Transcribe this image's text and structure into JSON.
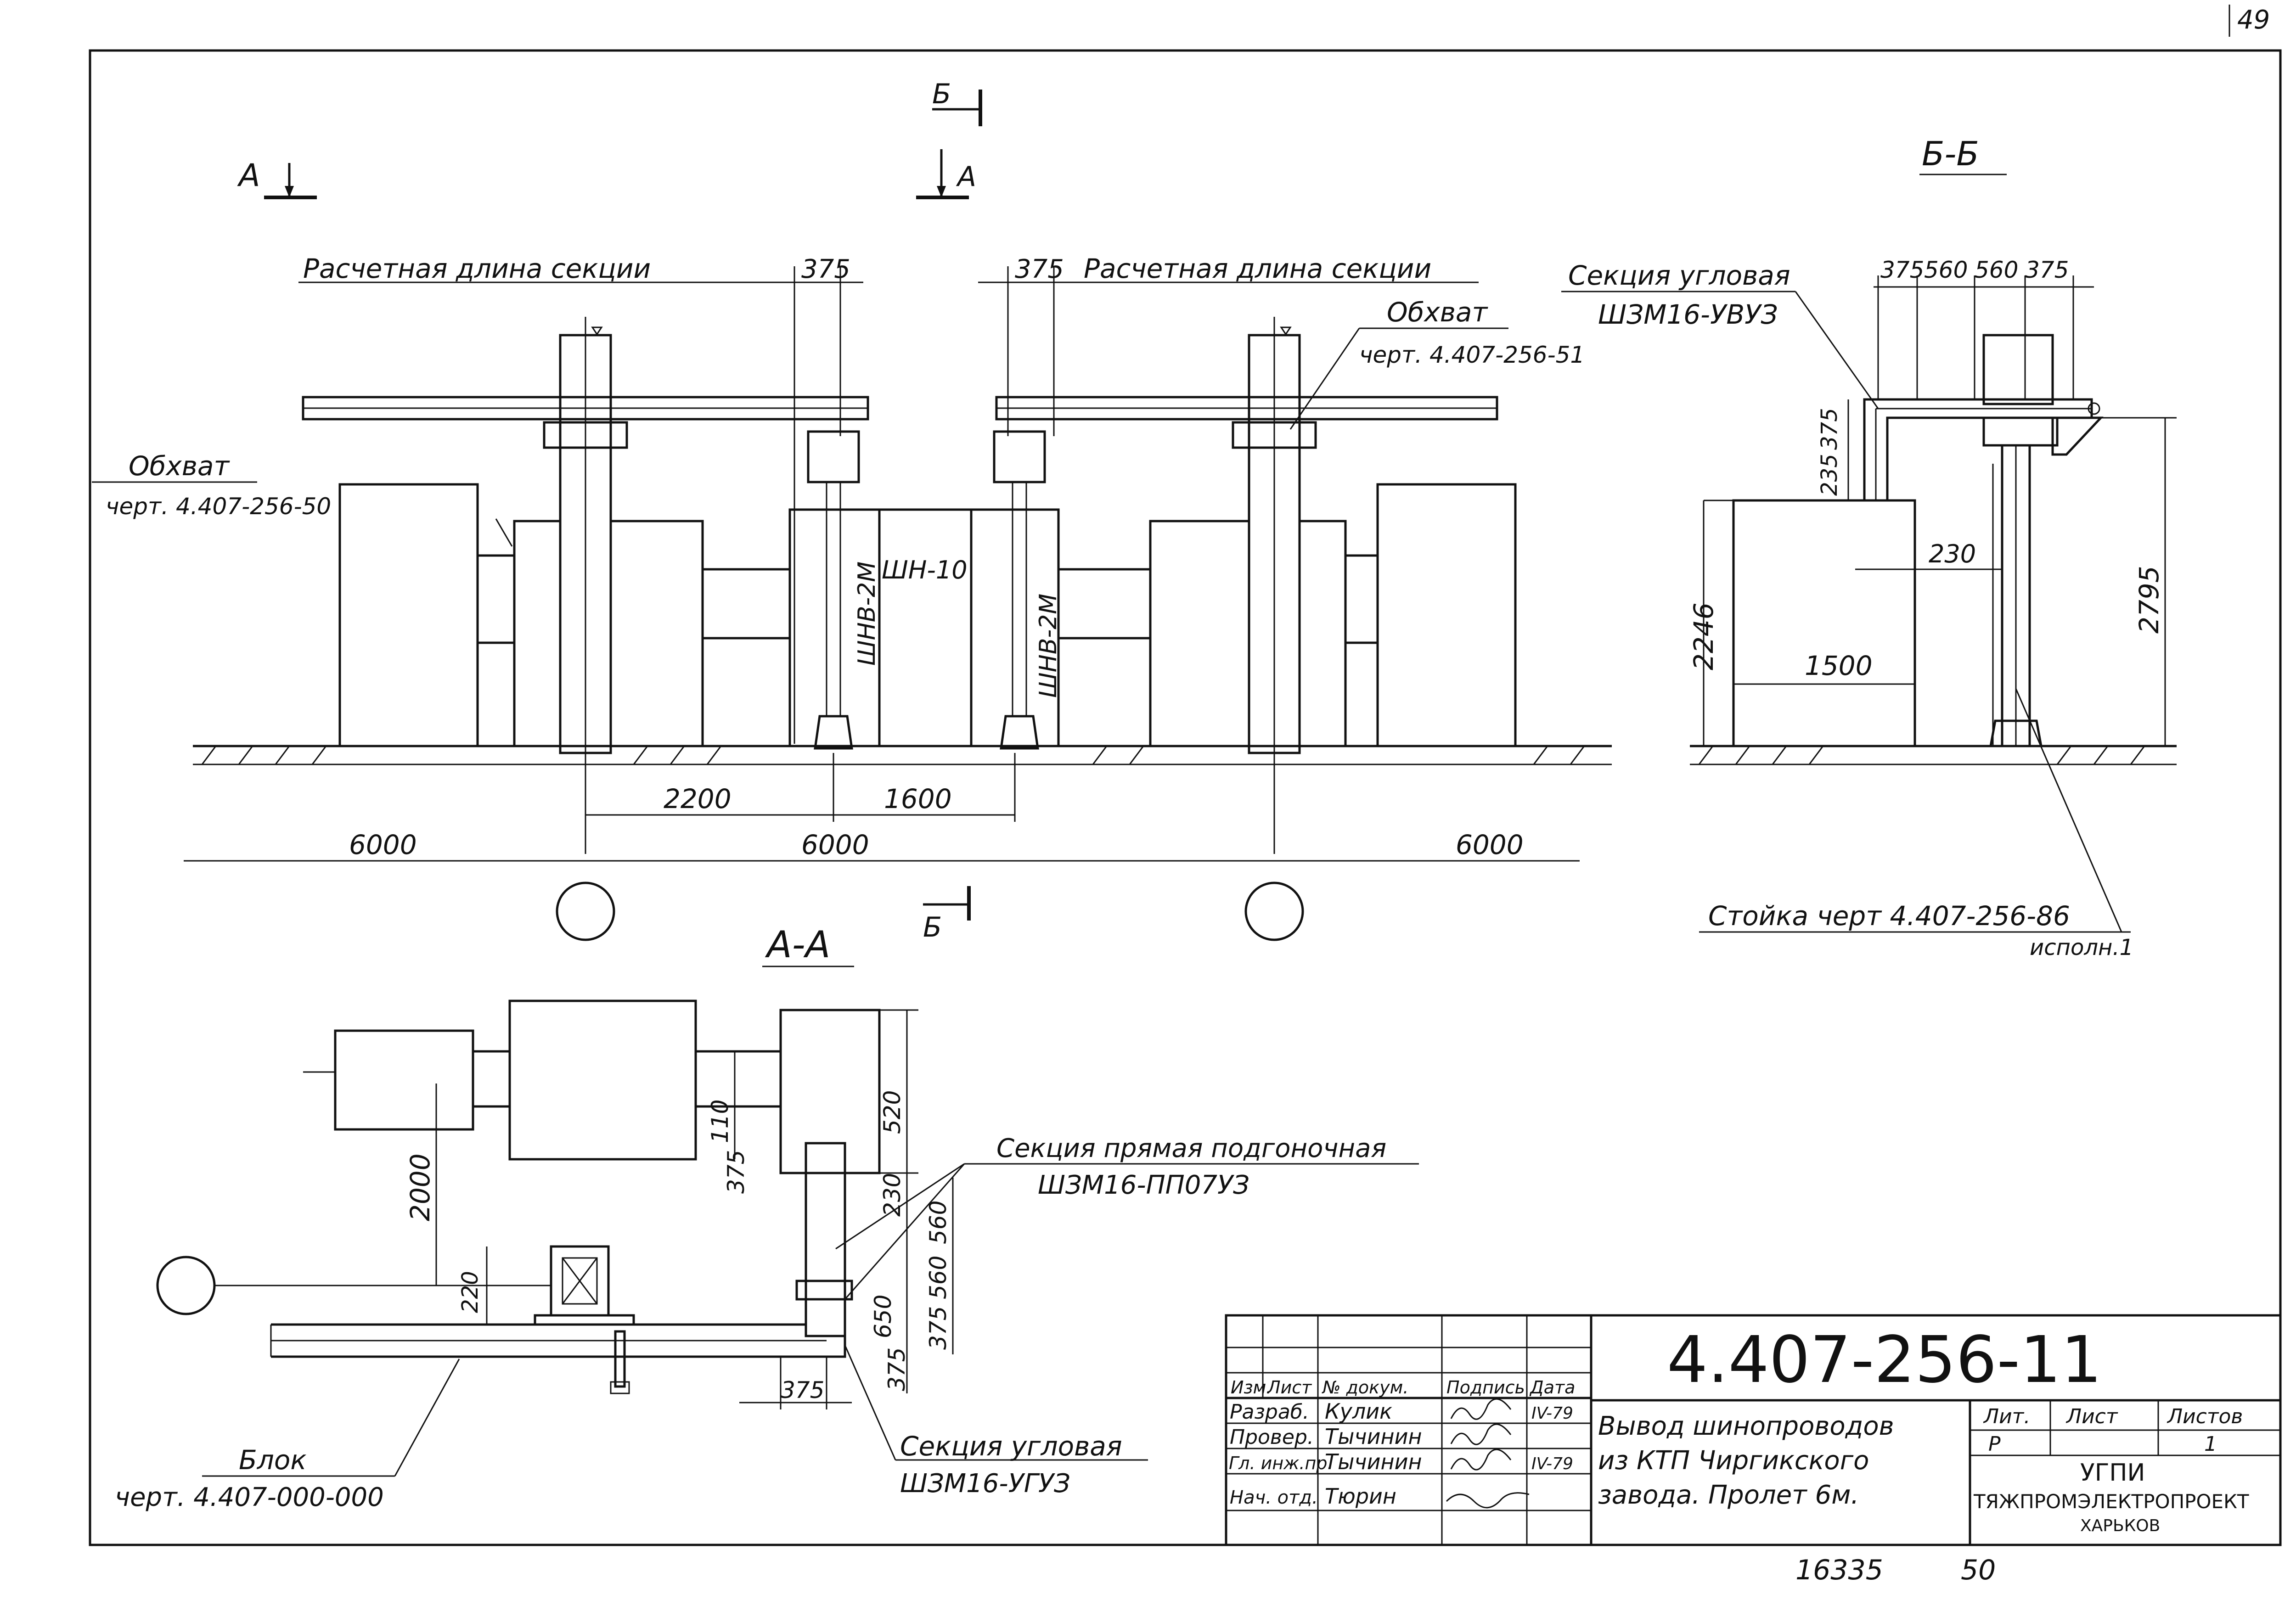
{
  "page_number": "49",
  "views": {
    "front": {
      "section_mark_a_left": "А",
      "section_mark_b_top": "Б",
      "section_mark_a_right": "А",
      "section_mark_b_bottom": "Б",
      "label_calc_length_left": "Расчетная длина секции",
      "label_calc_length_right": "Расчетная длина секции",
      "dim_375_left": "375",
      "dim_375_right": "375",
      "clamp_right": {
        "title": "Обхват",
        "ref": "черт. 4.407-256-51"
      },
      "clamp_left": {
        "title": "Обхват",
        "ref": "черт. 4.407-256-50"
      },
      "label_shn10": "ШН-10",
      "label_shnv_left": "ШНВ-2М",
      "label_shnv_right": "ШНВ-2М",
      "dim_2200": "2200",
      "dim_1600": "1600",
      "dim_span_left": "6000",
      "dim_span_mid": "6000",
      "dim_span_right": "6000"
    },
    "section_bb": {
      "title": "Б-Б",
      "corner_section_label": "Секция угловая",
      "corner_section_code": "ШЗМ16-УВУЗ",
      "dims_top": [
        "375",
        "560",
        "560",
        "375"
      ],
      "dim_375_vert": "375",
      "dim_235": "235",
      "dim_230": "230",
      "dim_2246": "2246",
      "dim_1500": "1500",
      "dim_2795": "2795",
      "rack_ref": "Стойка черт  4.407-256-86",
      "rack_variant": "исполн.1"
    },
    "section_aa": {
      "title": "А-А",
      "straight_section_label": "Секция прямая подгоночная",
      "straight_section_code": "ШЗМ16-ПП07УЗ",
      "corner_section_label": "Секция угловая",
      "corner_section_code": "ШЗМ16-УГУЗ",
      "block_label": "Блок",
      "block_ref": "черт. 4.407-000-000",
      "dim_2000": "2000",
      "dim_110": "110",
      "dim_520": "520",
      "dim_375_a": "375",
      "dim_230": "230",
      "dim_560_a": "560",
      "dim_560_b": "560",
      "dim_375_b": "375",
      "dim_650": "650",
      "dim_375_c": "375",
      "dim_220": "220",
      "dim_375_bottom": "375"
    }
  },
  "title_block": {
    "doc_number": "4.407-256-11",
    "headers": [
      "Изм.",
      "Лист",
      "№ докум.",
      "Подпись",
      "Дата"
    ],
    "rows": [
      {
        "role": "Разраб.",
        "name": "Кулик",
        "date": "IV-79"
      },
      {
        "role": "Провер.",
        "name": "Тычинин",
        "date": ""
      },
      {
        "role": "Гл. инж.пр.",
        "name": "Тычинин",
        "date": "IV-79"
      },
      {
        "role": "Нач. отд.",
        "name": "Тюрин",
        "date": ""
      }
    ],
    "title_lines": [
      "Вывод шинопроводов",
      "из КТП Чиргикского",
      "завода. Пролет 6м."
    ],
    "lit_header": "Лит.",
    "sheet_header": "Лист",
    "sheets_header": "Листов",
    "lit_value": "Р",
    "sheets_value": "1",
    "org_line1": "УГПИ",
    "org_line2": "ТЯЖПРОМЭЛЕКТРОПРОЕКТ",
    "org_line3": "ХАРЬКОВ"
  },
  "footer": {
    "archive_number": "16335",
    "sheet_code": "50"
  }
}
